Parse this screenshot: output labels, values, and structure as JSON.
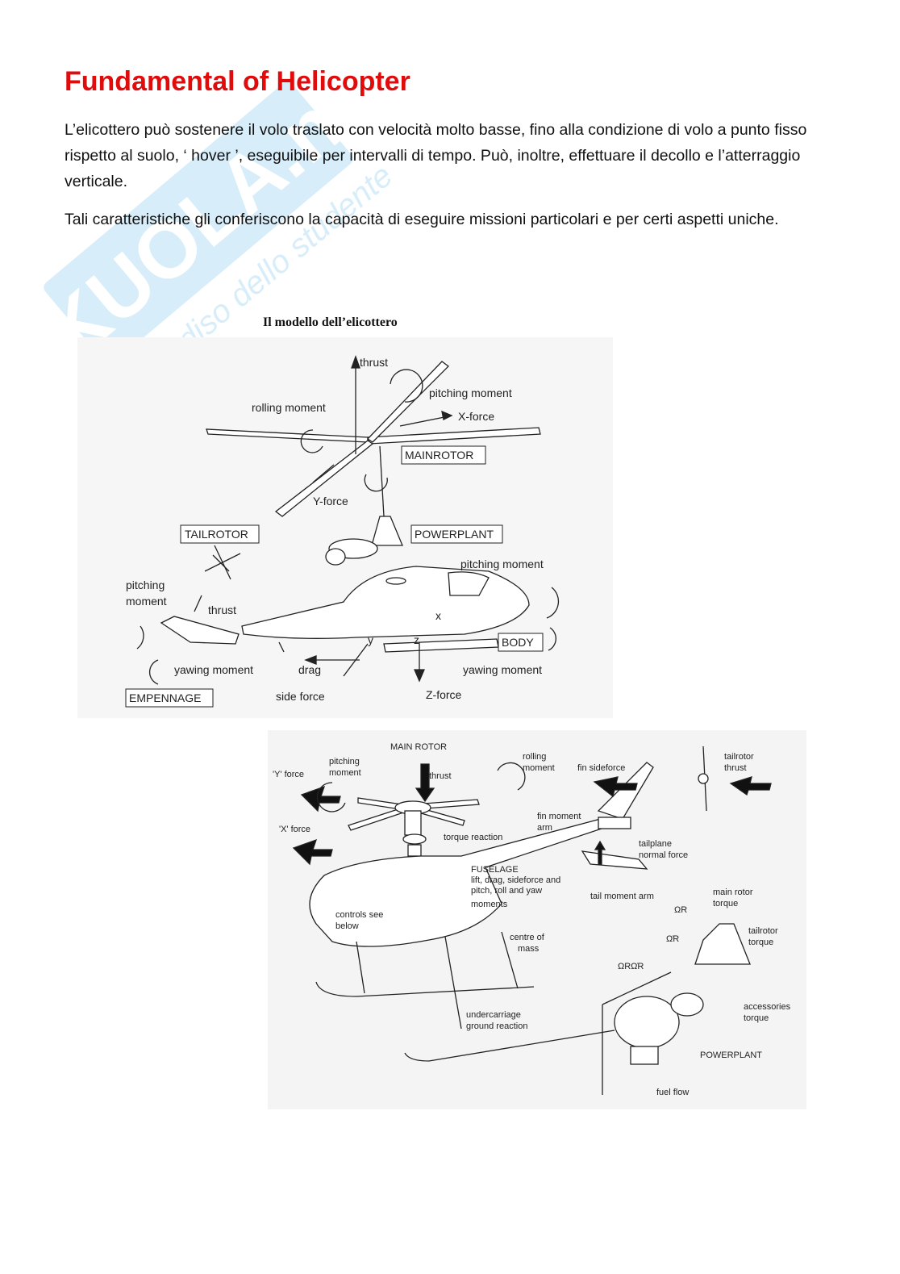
{
  "watermark": {
    "brand": "SKUOLA.net",
    "tagline": "il paradiso dello studente"
  },
  "document": {
    "title": "Fundamental of Helicopter",
    "paragraphs": [
      "L’elicottero può sostenere il volo traslato con velocità molto basse, fino alla condizione di volo a punto fisso rispetto al suolo, ‘ hover ’, eseguibile per intervalli di tempo. Può, inoltre, effettuare il decollo e l’atterraggio verticale.",
      "Tali caratteristiche gli conferiscono la capacità di eseguire missioni particolari e per certi aspetti uniche."
    ]
  },
  "figure1": {
    "caption": "Il modello dell’elicottero",
    "labels": {
      "thrust_main": "thrust",
      "pitching_moment_rotor": "pitching moment",
      "rolling_moment": "rolling moment",
      "x_force": "X-force",
      "mainrotor": "MAINROTOR",
      "y_force": "Y-force",
      "tailrotor": "TAILROTOR",
      "powerplant": "POWERPLANT",
      "pitching_moment_body": "pitching moment",
      "pitching_tail_1": "pitching",
      "pitching_tail_2": "moment",
      "thrust_tail": "thrust",
      "body": "BODY",
      "yawing_moment_tail": "yawing moment",
      "drag": "drag",
      "yawing_moment_body": "yawing moment",
      "empennage": "EMPENNAGE",
      "side_force": "side force",
      "z_force": "Z-force",
      "axis_x": "x",
      "axis_y": "y",
      "axis_z": "z"
    }
  },
  "figure2": {
    "labels": {
      "main_rotor": "MAIN ROTOR",
      "thrust": "thrust",
      "pitching_1": "pitching",
      "pitching_2": "moment",
      "y_force": "'Y' force",
      "x_force": "'X' force",
      "rolling_1": "rolling",
      "rolling_2": "moment",
      "fin_sideforce": "fin sideforce",
      "tailrotor_1": "tailrotor",
      "tailrotor_2": "thrust",
      "fin_arm_1": "fin moment",
      "fin_arm_2": "arm",
      "torque_reaction": "torque reaction",
      "tailplane_1": "tailplane",
      "tailplane_2": "normal force",
      "fuselage_1": "FUSELAGE",
      "fuselage_2": "lift, drag, sideforce and",
      "fuselage_3": "pitch, roll and yaw",
      "fuselage_4": "moments",
      "tail_arm": "tail moment arm",
      "main_torque_1": "main rotor",
      "main_torque_2": "torque",
      "controls_1": "controls see",
      "controls_2": "below",
      "omega_r": "ΩR",
      "omega_r_dot": "Ω̇R",
      "omega_r_product": "ΩRΩ̇R",
      "centre_1": "centre of",
      "centre_2": "mass",
      "tail_torque_1": "tailrotor",
      "tail_torque_2": "torque",
      "accessories_1": "accessories",
      "accessories_2": "torque",
      "undercarriage_1": "undercarriage",
      "undercarriage_2": "ground reaction",
      "powerplant": "POWERPLANT",
      "fuel_flow": "fuel flow"
    }
  }
}
